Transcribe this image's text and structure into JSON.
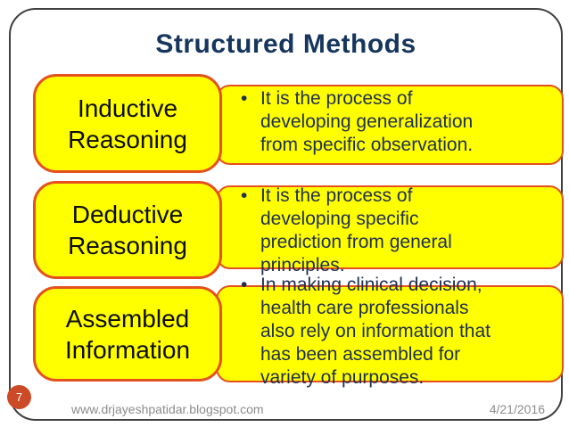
{
  "slide": {
    "title": "Structured Methods",
    "bullet_char": "•",
    "methods": [
      {
        "name": "Inductive Reasoning",
        "description": "It is the process of developing generalization from specific observation."
      },
      {
        "name": "Deductive Reasoning",
        "description": "It is the process of developing specific prediction from general principles."
      },
      {
        "name": "Assembled Information",
        "description": "In making clinical decision, health care professionals also rely on information that has been assembled for variety of purposes."
      }
    ],
    "footer": {
      "page_number": "7",
      "website": "www.drjayeshpatidar.blogspot.com",
      "date": "4/21/2016"
    },
    "colors": {
      "box_fill": "#FFFF00",
      "box_border": "#E4511E",
      "title_text": "#17365D",
      "body_text": "#203050",
      "label_text": "#0D0D0D",
      "page_circle": "#CB4A27",
      "footer_text": "#8C8C8C",
      "slide_border": "#404040"
    }
  }
}
